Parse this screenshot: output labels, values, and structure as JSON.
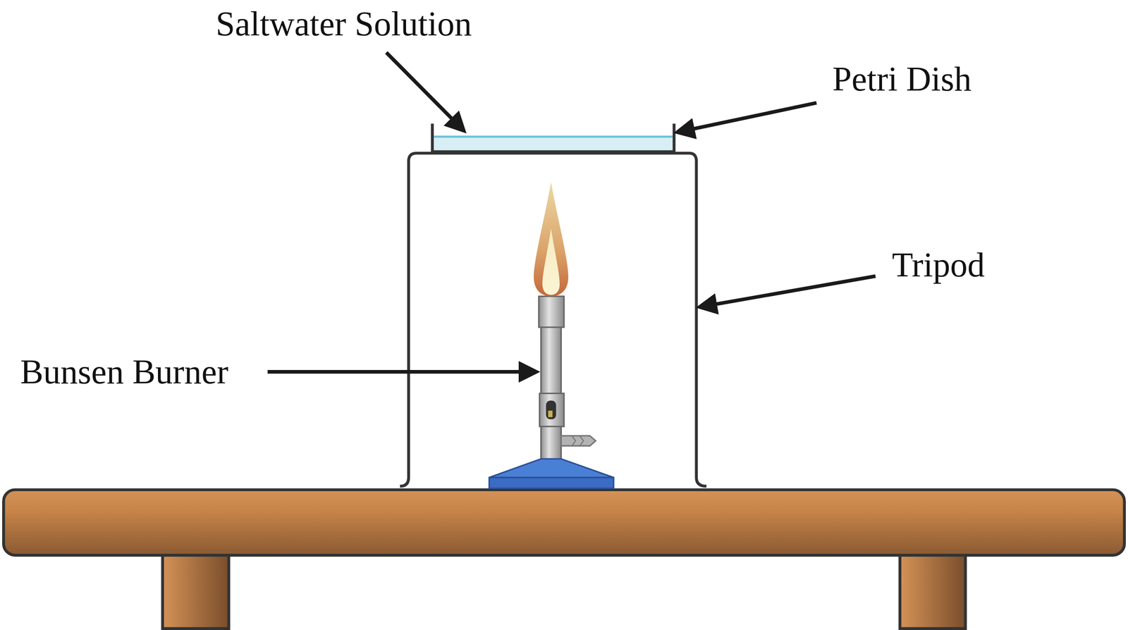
{
  "diagram": {
    "labels": [
      "Saltwater Solution",
      "Petri Dish",
      "Tripod",
      "Bunsen Burner"
    ]
  }
}
